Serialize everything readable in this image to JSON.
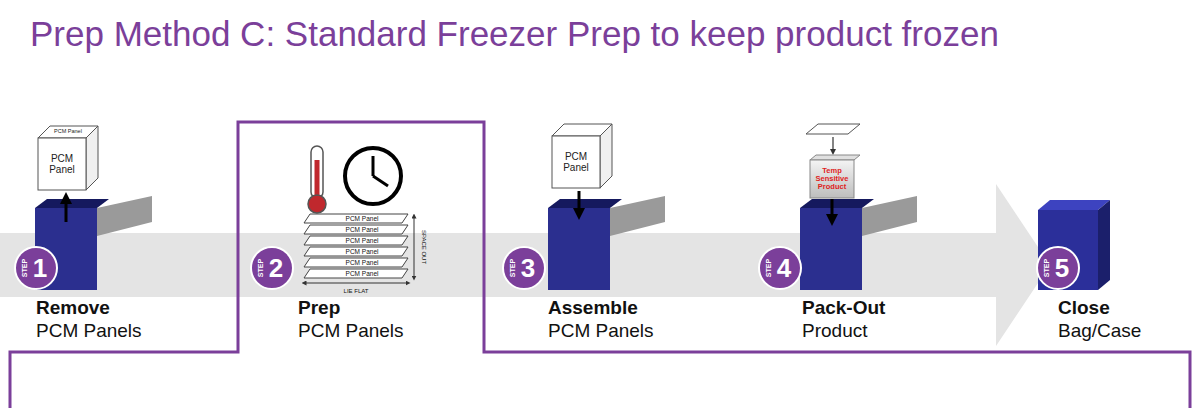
{
  "diagram": {
    "title": "Prep Method C: Standard Freezer Prep to keep product frozen",
    "nodes": [
      {
        "text": [
          "Remove",
          "PCM Panels"
        ]
      },
      {
        "text": [
          "Prep",
          "PCM Panels"
        ]
      },
      {
        "text": [
          "Assemble",
          "PCM Panels"
        ]
      },
      {
        "text": [
          "Pack-Out",
          "Product"
        ]
      },
      {
        "text": [
          "Close",
          "Bag/Case"
        ]
      }
    ],
    "labels": [
      "STEP",
      "1",
      "STEP",
      "2",
      "STEP",
      "3",
      "STEP",
      "4",
      "STEP",
      "5",
      "PCM Panel",
      "PCM Panel",
      "PCM Panel",
      "PCM Panel",
      "PCM Panel",
      "PCM Panel",
      "PCM Panel",
      "PCM Panel",
      "SPACE OUT",
      "LIE FLAT",
      "PCM Panel",
      "Temp Sensitive Product"
    ]
  }
}
